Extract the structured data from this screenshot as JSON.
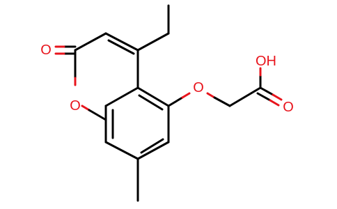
{
  "molecule": {
    "atom_labels": {
      "carbonyl_o": "O",
      "ring_o": "O",
      "ether_o": "O",
      "acid_oh": "OH",
      "acid_o": "O"
    },
    "colors": {
      "bond": "#000000",
      "oxygen": "#e8141c"
    }
  }
}
